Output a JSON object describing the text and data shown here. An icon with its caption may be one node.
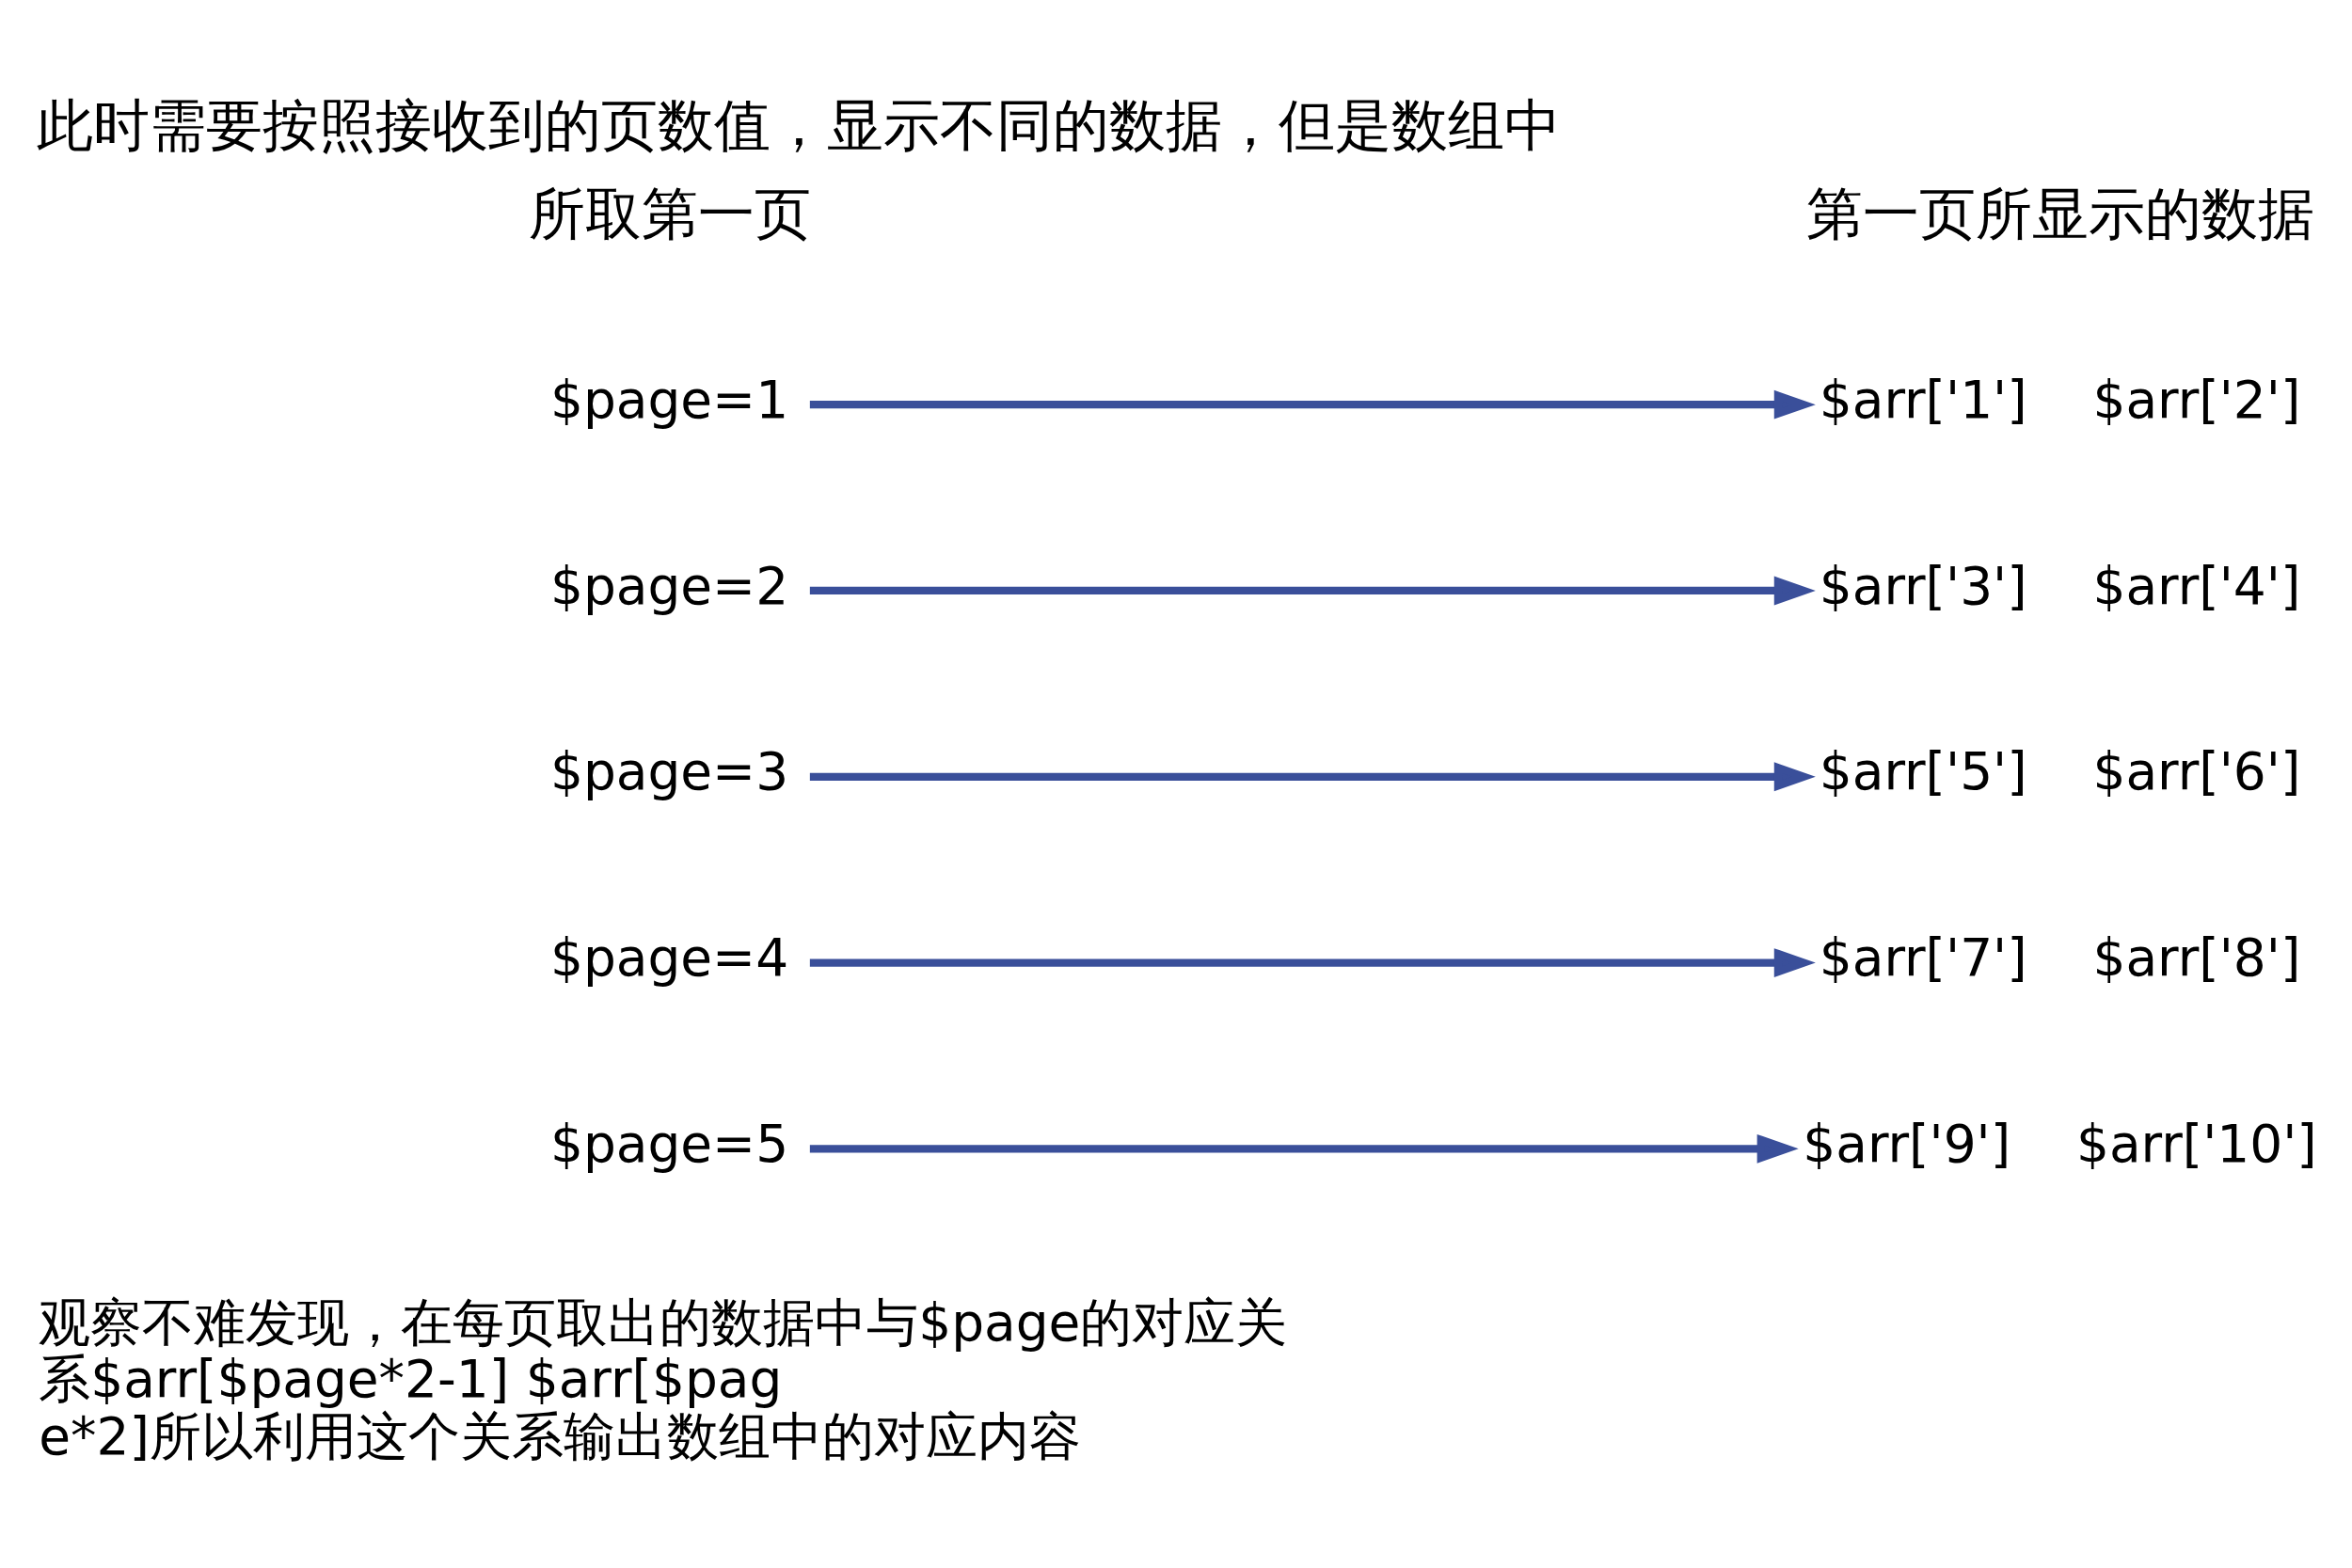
{
  "diagram": {
    "title": "此时需要按照接收到的页数值，显示不同的数据，但是数组中",
    "nodes": [
      {
        "text": [
          "$page=1"
        ]
      },
      {
        "text": [
          "$page=2"
        ]
      },
      {
        "text": [
          "$page=3"
        ]
      },
      {
        "text": [
          "$page=4"
        ]
      },
      {
        "text": [
          "$page=5"
        ]
      },
      {
        "text": [
          "$arr['1']",
          "$arr['2']"
        ]
      },
      {
        "text": [
          "$arr['3']",
          "$arr['4']"
        ]
      },
      {
        "text": [
          "$arr['5']",
          "$arr['6']"
        ]
      },
      {
        "text": [
          "$arr['7']",
          "$arr['8']"
        ]
      },
      {
        "text": [
          "$arr['9']",
          "$arr['10']"
        ]
      }
    ],
    "edges": [
      {
        "from": 0,
        "to": 5,
        "arrow": "to"
      },
      {
        "from": 1,
        "to": 6,
        "arrow": "to"
      },
      {
        "from": 2,
        "to": 7,
        "arrow": "to"
      },
      {
        "from": 3,
        "to": 8,
        "arrow": "to"
      },
      {
        "from": 4,
        "to": 9,
        "arrow": "to"
      }
    ],
    "labels": [
      "所取第一页",
      "第一页所显示的数据",
      "观察不难发现，在每页取出的数据中与$page的对应关系$arr[$page*2-1] $arr[$page*2]所以利用这个关系输出数组中的对应内容"
    ]
  }
}
